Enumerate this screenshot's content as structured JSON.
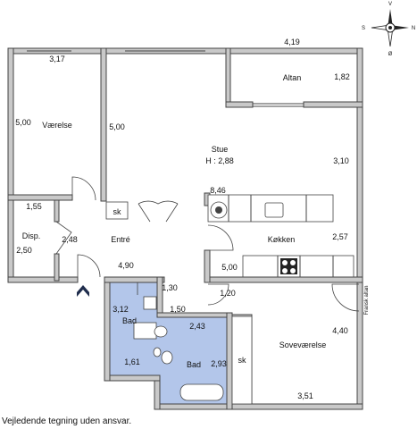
{
  "compass": {
    "n": "N",
    "s": "S",
    "e": "Ø",
    "w": "V",
    "icon": "compass-rose-icon"
  },
  "rooms": {
    "vaerelse": {
      "name": "Værelse",
      "dim_top": "3,17",
      "dim_side": "5,00"
    },
    "stue": {
      "name": "Stue",
      "height": "H : 2,88",
      "dim_left": "5,00",
      "dim_right": "3,10",
      "dim_bottom": "8,46"
    },
    "altan": {
      "name": "Altan",
      "dim_top": "4,19",
      "dim_side": "1,82"
    },
    "disp": {
      "name": "Disp.",
      "dim_top": "1,55",
      "dim_side": "2,50"
    },
    "entre": {
      "name": "Entré",
      "dim_side": "2,48",
      "dim_bottom": "4,90"
    },
    "koekken": {
      "name": "Køkken",
      "dim_side": "2,57",
      "dim_bottom": "5,00"
    },
    "bad1": {
      "name": "Bad",
      "dim_top": "3,12",
      "dim_bottom": "1,61"
    },
    "bad2": {
      "name": "Bad",
      "dim_top": "2,43",
      "dim_side": "2,93"
    },
    "sovevaerelse": {
      "name": "Soveværelse",
      "dim_side": "4,40",
      "dim_bottom": "3,51"
    }
  },
  "misc": {
    "sk1": "sk",
    "sk2": "sk",
    "dim_130": "1,30",
    "dim_150": "1,50",
    "dim_120": "1,20",
    "fransk_altan": "Fransk altan"
  },
  "disclaimer": "Vejledende tegning uden ansvar.",
  "colors": {
    "bathroom": "#b3c6ea",
    "wall": "#c9c9c9",
    "entrance_arrow": "#1f2d4d"
  }
}
